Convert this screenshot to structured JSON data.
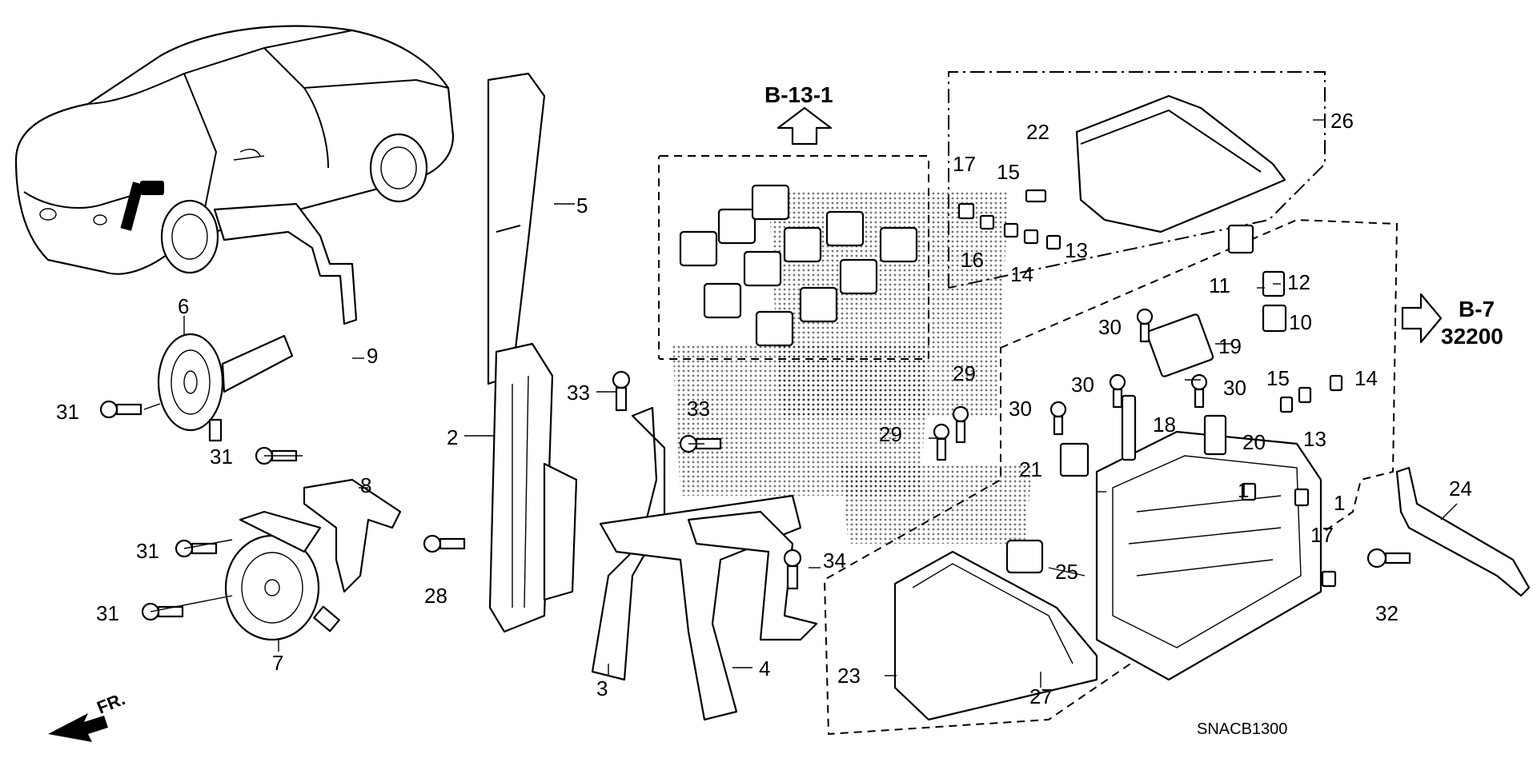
{
  "diagram": {
    "refs": {
      "upper": "B-13-1",
      "right_top": "B-7",
      "right_bottom": "32200"
    },
    "code": "SNACB1300",
    "front_label": "FR.",
    "callouts": {
      "c1a": "1",
      "c1b": "1",
      "c2": "2",
      "c3": "3",
      "c4": "4",
      "c5": "5",
      "c6": "6",
      "c7": "7",
      "c8": "8",
      "c9": "9",
      "c10": "10",
      "c11": "11",
      "c12": "12",
      "c13a": "13",
      "c13b": "13",
      "c14a": "14",
      "c14b": "14",
      "c15a": "15",
      "c15b": "15",
      "c16": "16",
      "c17a": "17",
      "c17b": "17",
      "c18": "18",
      "c19": "19",
      "c20": "20",
      "c21": "21",
      "c22": "22",
      "c23": "23",
      "c24": "24",
      "c25": "25",
      "c26": "26",
      "c27": "27",
      "c28": "28",
      "c29a": "29",
      "c29b": "29",
      "c30a": "30",
      "c30b": "30",
      "c30c": "30",
      "c30d": "30",
      "c31a": "31",
      "c31b": "31",
      "c31c": "31",
      "c31d": "31",
      "c32": "32",
      "c33a": "33",
      "c33b": "33",
      "c34": "34"
    }
  }
}
